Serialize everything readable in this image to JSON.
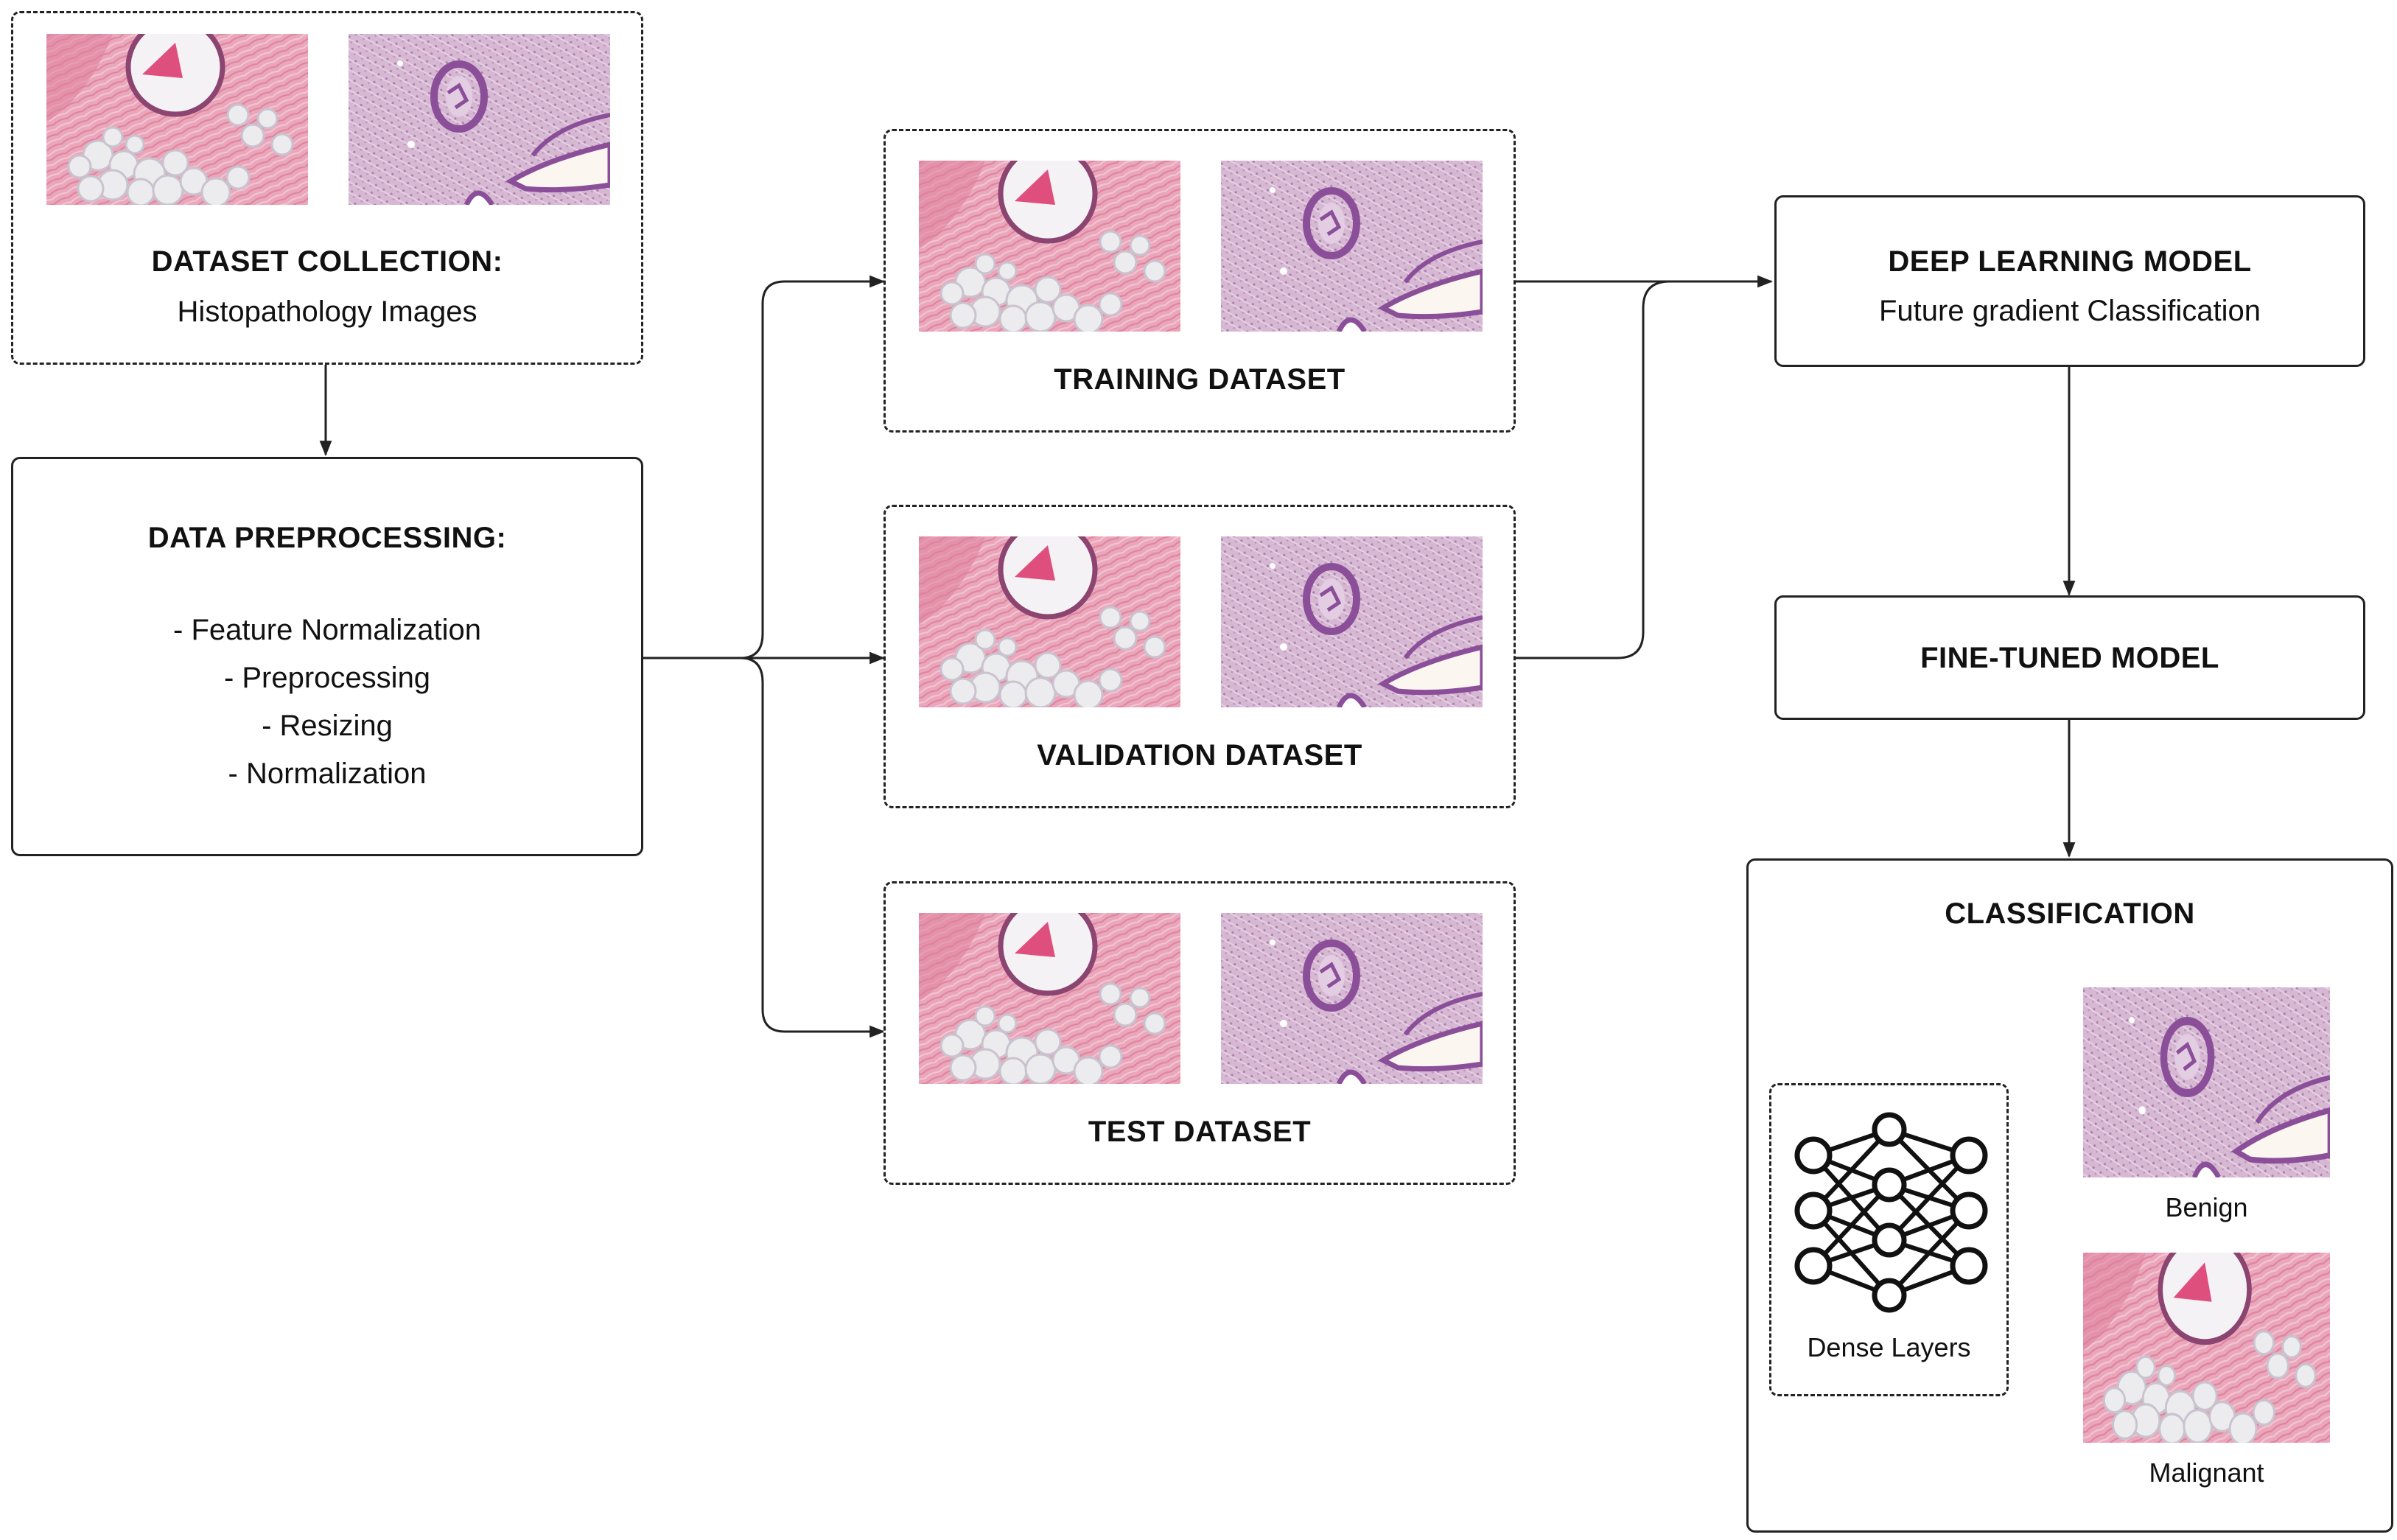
{
  "dataset_collection": {
    "title": "DATASET COLLECTION:",
    "subtitle": "Histopathology Images"
  },
  "preprocessing": {
    "title": "DATA PREPROCESSING:",
    "items": [
      "- Feature Normalization",
      "- Preprocessing",
      "- Resizing",
      "- Normalization"
    ]
  },
  "splits": {
    "training": "TRAINING DATASET",
    "validation": "VALIDATION DATASET",
    "test": "TEST DATASET"
  },
  "model": {
    "title": "DEEP LEARNING MODEL",
    "subtitle": "Future gradient Classification"
  },
  "fine_tuned": {
    "title": "FINE-TUNED MODEL"
  },
  "classification": {
    "title": "CLASSIFICATION",
    "dense_label": "Dense Layers",
    "benign_label": "Benign",
    "malignant_label": "Malignant"
  },
  "colors": {
    "line": "#222222",
    "pink_tissue": "#e8a3b8",
    "purple_tissue": "#c9a4c4"
  }
}
